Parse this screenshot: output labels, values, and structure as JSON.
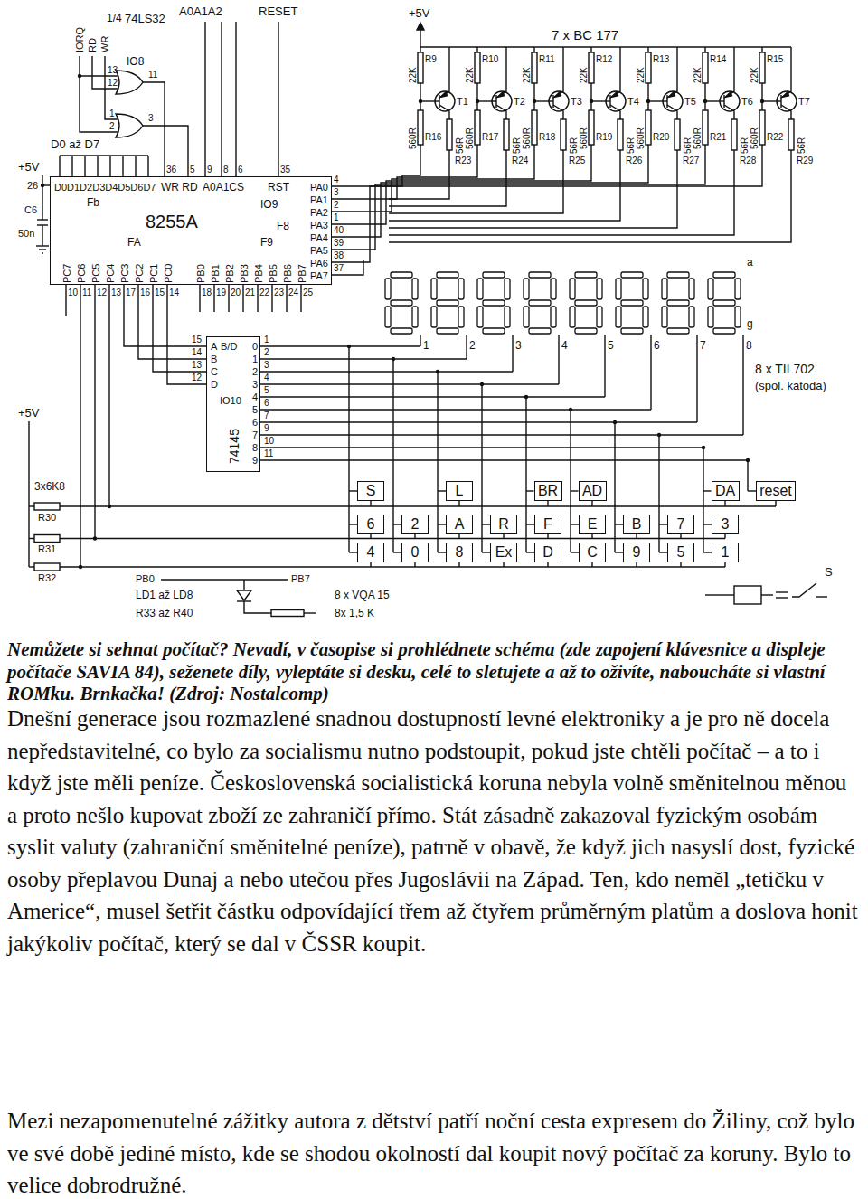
{
  "diagram": {
    "caption": "Nemůžete si sehnat počítač? Nevadí, v časopise si prohlédnete schéma (zde zapojení klávesnice a displeje počítače SAVIA 84), seženete díly, vyleptáte si desku, celé to sletujete a až to oživíte, naboucháte si vlastní ROMku. Brnkačka! (Zdroj: Nostalcomp)",
    "nodes": [
      {
        "text": [
          "D0D1D2D3D4D5D6D7",
          "Fb",
          "WR RD",
          "A0A1CS",
          "RST",
          "8255A",
          "IO9",
          "F8",
          "FA",
          "F9",
          "PA0",
          "PA1",
          "PA2",
          "PA3",
          "PA4",
          "PA5",
          "PA6",
          "PA7",
          "PC7",
          "PC6",
          "PC5",
          "PC4",
          "PC3",
          "PC2",
          "PC1",
          "PC0",
          "PB0",
          "PB1",
          "PB2",
          "PB3",
          "PB4",
          "PB5",
          "PB6",
          "PB7"
        ]
      },
      {
        "text": [
          "A",
          "B/D",
          "B",
          "C",
          "D",
          "IO10",
          "74145",
          "0",
          "1",
          "2",
          "3",
          "4",
          "5",
          "6",
          "7",
          "8",
          "9"
        ]
      },
      {
        "text": [
          "S"
        ]
      },
      {
        "text": [
          "L"
        ]
      },
      {
        "text": [
          "BR"
        ]
      },
      {
        "text": [
          "AD"
        ]
      },
      {
        "text": [
          "DA"
        ]
      },
      {
        "text": [
          "reset"
        ]
      },
      {
        "text": [
          "6"
        ]
      },
      {
        "text": [
          "2"
        ]
      },
      {
        "text": [
          "A"
        ]
      },
      {
        "text": [
          "R"
        ]
      },
      {
        "text": [
          "F"
        ]
      },
      {
        "text": [
          "E"
        ]
      },
      {
        "text": [
          "B"
        ]
      },
      {
        "text": [
          "7"
        ]
      },
      {
        "text": [
          "3"
        ]
      },
      {
        "text": [
          "4"
        ]
      },
      {
        "text": [
          "0"
        ]
      },
      {
        "text": [
          "8"
        ]
      },
      {
        "text": [
          "Ex"
        ]
      },
      {
        "text": [
          "D"
        ]
      },
      {
        "text": [
          "C"
        ]
      },
      {
        "text": [
          "9"
        ]
      },
      {
        "text": [
          "5"
        ]
      },
      {
        "text": [
          "1"
        ]
      }
    ],
    "edges": [
      {
        "from": 0,
        "to": 1,
        "arrow": "none"
      }
    ],
    "labels": [
      "IORQ",
      "RD",
      "WR",
      "1/4",
      "74LS32",
      "IO8",
      "13",
      "12",
      "11",
      "1",
      "2",
      "3",
      "A0A1A2",
      "RESET",
      "D0 až D7",
      "+5V",
      "26",
      "C6",
      "50n",
      "36",
      "5",
      "9",
      "8",
      "6",
      "35",
      "4",
      "3",
      "2",
      "1",
      "40",
      "39",
      "38",
      "37",
      "10",
      "11",
      "12",
      "13",
      "17",
      "16",
      "15",
      "14",
      "18",
      "19",
      "20",
      "21",
      "22",
      "23",
      "24",
      "25",
      "+5V",
      "7 x BC 177",
      "22K",
      "R9",
      "560R",
      "R16",
      "T1",
      "56R",
      "R23",
      "22K",
      "R10",
      "560R",
      "R17",
      "T2",
      "56R",
      "R24",
      "22K",
      "R11",
      "560R",
      "R18",
      "T3",
      "56R",
      "R25",
      "22K",
      "R12",
      "560R",
      "R19",
      "T4",
      "56R",
      "R26",
      "22K",
      "R13",
      "560R",
      "R20",
      "T5",
      "56R",
      "R27",
      "22K",
      "R14",
      "560R",
      "R21",
      "T6",
      "56R",
      "R28",
      "22K",
      "R15",
      "560R",
      "R22",
      "T7",
      "56R",
      "R29",
      "15",
      "14",
      "13",
      "12",
      "1",
      "2",
      "3",
      "4",
      "5",
      "6",
      "7",
      "9",
      "10",
      "11",
      "a",
      "g",
      "1",
      "2",
      "3",
      "4",
      "5",
      "6",
      "7",
      "8",
      "8 x TIL702",
      "(spol. katoda)",
      "+5V",
      "3x6K8",
      "R30",
      "R31",
      "R32",
      "PB0",
      "PB7",
      "LD1 až LD8",
      "R33 až R40",
      "8 x VQA 15",
      "8x 1,5 K",
      "S",
      "Dnešní generace jsou rozmazlené snadnou dostupností levné elektroniky a je pro ně docela nepředstavitelné, co bylo za socialismu nutno podstoupit, pokud jste chtěli počítač – a to i když jste měli peníze. Československá socialistická koruna nebyla volně směnitelnou měnou a proto nešlo kupovat zboží ze zahraničí přímo. Stát zásadně zakazoval fyzickým osobám syslit valuty (zahraniční směnitelné peníze), patrně v obavě, že když jich nasyslí dost, fyzické osoby přeplavou Dunaj a nebo utečou přes Jugoslávii na Západ. Ten, kdo neměl „tetičku v Americe“, musel šetřit částku odpovídající třem až čtyřem průměrným platům a doslova honit jakýkoliv počítač, který se dal v ČSSR koupit.",
      "Mezi nezapomenutelné zážitky autora z dětství patří noční cesta expresem do Žiliny, což bylo ve své době jediné místo, kde se shodou okolností dal koupit nový počítač za koruny. Bylo to velice dobrodružné."
    ]
  }
}
